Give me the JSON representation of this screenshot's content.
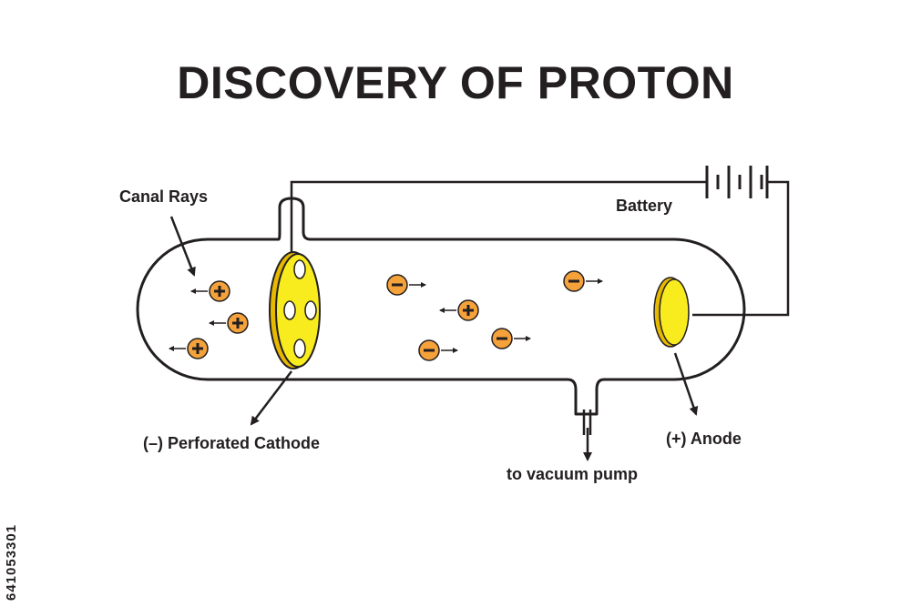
{
  "title": "DISCOVERY OF PROTON",
  "labels": {
    "canal_rays": "Canal Rays",
    "battery": "Battery",
    "cathode": "(–) Perforated Cathode",
    "anode": "(+) Anode",
    "vacuum_pump": "to vacuum pump"
  },
  "particle_symbols": {
    "proton": "+",
    "electron": "−"
  },
  "colors": {
    "line": "#231f20",
    "particle_fill": "#f5a23a",
    "electrode_fill": "#f8ec1e",
    "electrode_edge": "#e3b800"
  },
  "watermark_id": "641053301"
}
